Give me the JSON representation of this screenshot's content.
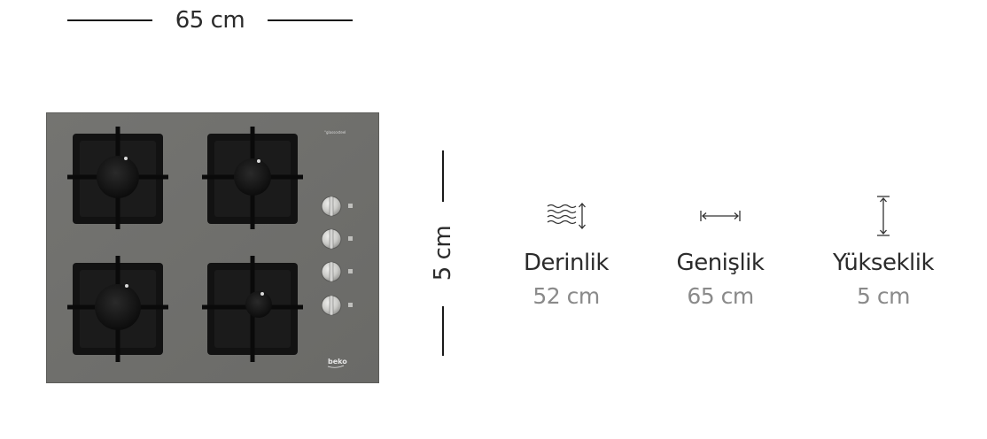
{
  "dimensions": {
    "width_label": "65 cm",
    "height_label": "5 cm"
  },
  "product": {
    "brand": "beko",
    "badge": "°glassosteel"
  },
  "specs": [
    {
      "icon": "depth-icon",
      "name": "Derinlik",
      "value": "52 cm"
    },
    {
      "icon": "width-icon",
      "name": "Genişlik",
      "value": "65 cm"
    },
    {
      "icon": "height-icon",
      "name": "Yükseklik",
      "value": "5 cm"
    }
  ],
  "colors": {
    "hob_glass": "#6f6f6c",
    "burner": "#141414",
    "text_primary": "#2b2b2b",
    "text_secondary": "#8a8a8a"
  }
}
